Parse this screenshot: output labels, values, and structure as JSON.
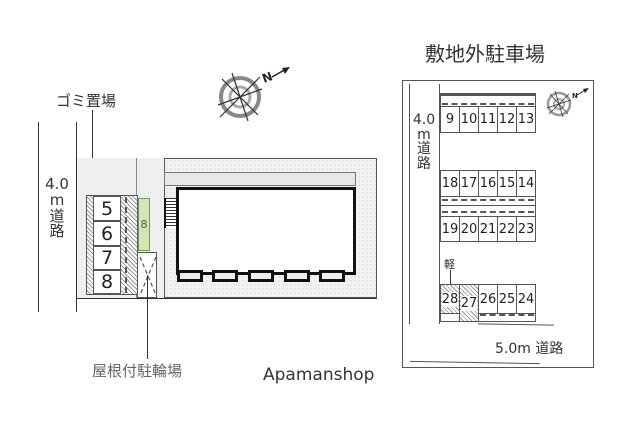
{
  "title_offsite": "敷地外駐車場",
  "labels": {
    "garbage": "ゴミ置場",
    "road_left": "4.0m道路",
    "road_left_chars": [
      "4.0",
      "m",
      "道",
      "路"
    ],
    "bike_parking": "屋根付駐輪場",
    "brand": "Apamanshop",
    "road_offsite_left_chars": [
      "4.0",
      "m",
      "道",
      "路"
    ],
    "road_offsite_bottom": "5.0m 道路",
    "kei": "軽"
  },
  "onsite_parking": {
    "spots": [
      "5",
      "6",
      "7",
      "8"
    ],
    "bike_rack_number": "8"
  },
  "offsite_parking": {
    "row1": [
      "9",
      "10",
      "11",
      "12",
      "13"
    ],
    "row2": [
      "18",
      "17",
      "16",
      "15",
      "14"
    ],
    "row3": [
      "19",
      "20",
      "21",
      "22",
      "23"
    ],
    "row4": [
      "28",
      "27",
      "26",
      "25",
      "24"
    ],
    "hatched_spots": [
      "28",
      "27"
    ],
    "kei_spot": "28"
  },
  "compass": {
    "north_label": "N",
    "icon": "compass-rose-icon"
  },
  "colors": {
    "line": "#333333",
    "stipple": "#f0f0f0",
    "bike_green": "#cfe8b0",
    "text": "#333333"
  }
}
